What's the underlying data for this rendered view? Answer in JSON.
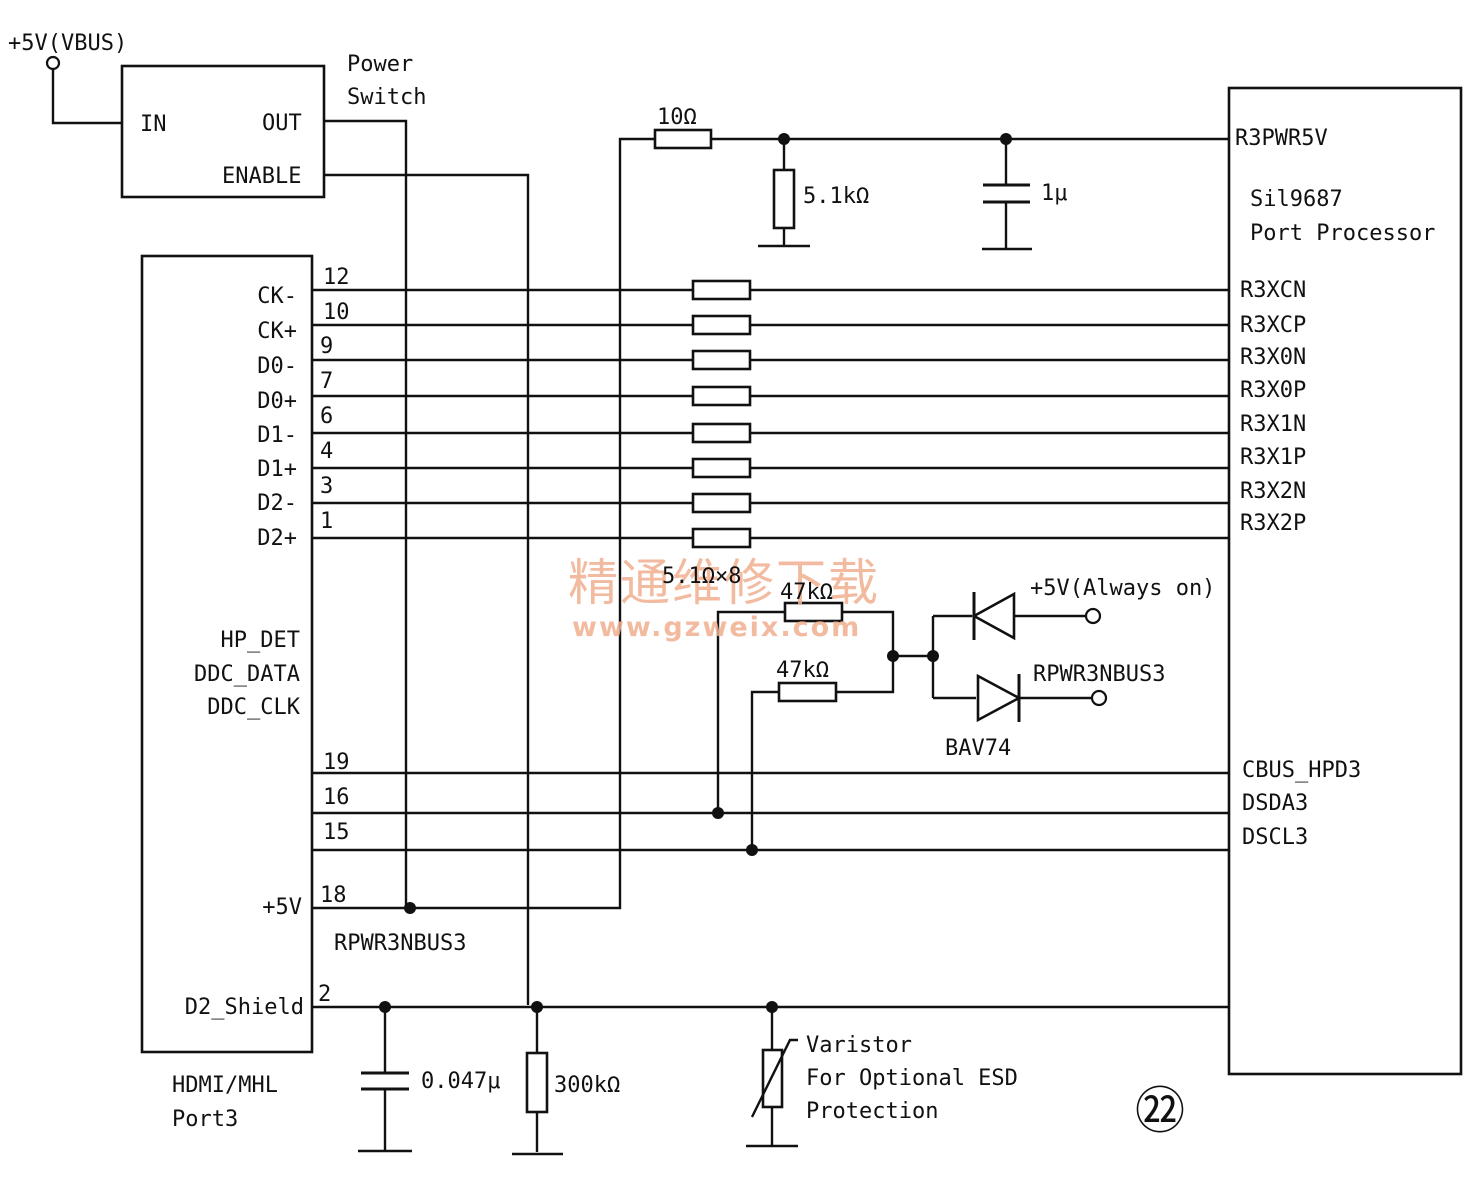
{
  "supply": {
    "vbus": "+5V(VBUS)",
    "always_on": "+5V(Always on)",
    "rpwr_label": "RPWR3NBUS3"
  },
  "power_switch": {
    "title": [
      "Power",
      "Switch"
    ],
    "in": "IN",
    "out": "OUT",
    "enable": "ENABLE"
  },
  "connector": {
    "name": [
      "HDMI/MHL",
      "Port3"
    ],
    "pins": [
      {
        "signal": "CK-",
        "num": "12"
      },
      {
        "signal": "CK+",
        "num": "10"
      },
      {
        "signal": "D0-",
        "num": "9"
      },
      {
        "signal": "D0+",
        "num": "7"
      },
      {
        "signal": "D1-",
        "num": "6"
      },
      {
        "signal": "D1+",
        "num": "4"
      },
      {
        "signal": "D2-",
        "num": "3"
      },
      {
        "signal": "D2+",
        "num": "1"
      }
    ],
    "hp_labels": [
      "HP_DET",
      "DDC_DATA",
      "DDC_CLK"
    ],
    "ddc_pins": [
      "19",
      "16",
      "15"
    ],
    "plus5v": {
      "signal": "+5V",
      "num": "18"
    },
    "shield": {
      "signal": "D2_Shield",
      "num": "2"
    }
  },
  "processor": {
    "name": [
      "Sil9687",
      "Port Processor"
    ],
    "pwr_pin": "R3PWR5V",
    "tmds_pins": [
      "R3XCN",
      "R3XCP",
      "R3X0N",
      "R3X0P",
      "R3X1N",
      "R3X1P",
      "R3X2N",
      "R3X2P"
    ],
    "ddc_pins": [
      "CBUS_HPD3",
      "DSDA3",
      "DSCL3"
    ]
  },
  "components": {
    "r_series": "10Ω",
    "r_pulldown": "5.1kΩ",
    "c_bypass": "1μ",
    "r_array": "5.1Ω×8",
    "r_pullup_1": "47kΩ",
    "r_pullup_2": "47kΩ",
    "diode": "BAV74",
    "c_shield": "0.047μ",
    "r_shield": "300kΩ",
    "varistor": [
      "Varistor",
      "For Optional ESD",
      "Protection"
    ]
  },
  "figure_number": "㉒",
  "watermark": {
    "cn": "精通维修下载",
    "url": "www.gzweix.com"
  }
}
